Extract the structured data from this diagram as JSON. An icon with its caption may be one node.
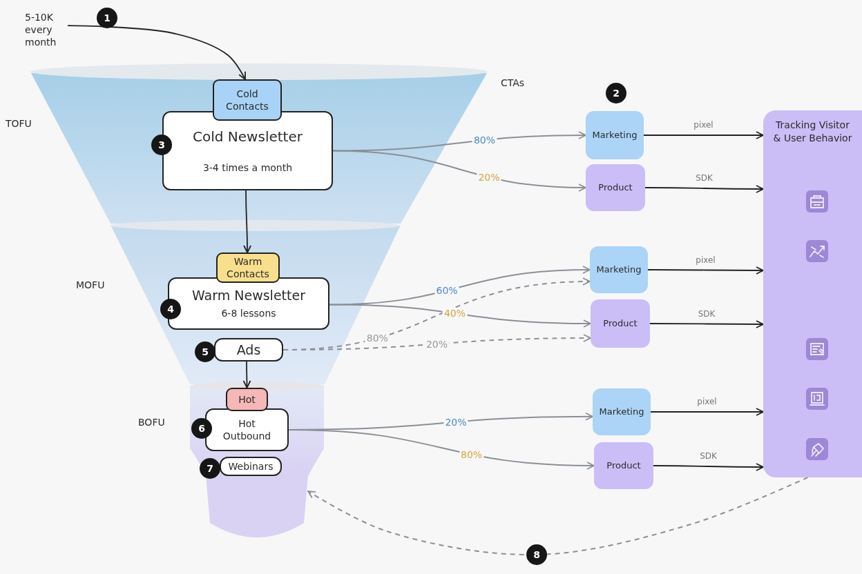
{
  "diagram": {
    "nodes": [
      {
        "text": [
          "5-10K every month"
        ]
      },
      {
        "text": [
          "Cold Contacts"
        ]
      },
      {
        "text": [
          "Cold Newsletter",
          "3-4 times a month"
        ]
      },
      {
        "text": [
          "Warm Contacts"
        ]
      },
      {
        "text": [
          "Warm Newsletter",
          "6-8 lessons"
        ]
      },
      {
        "text": [
          "Ads"
        ]
      },
      {
        "text": [
          "Hot"
        ]
      },
      {
        "text": [
          "Hot Outbound"
        ]
      },
      {
        "text": [
          "Webinars"
        ]
      },
      {
        "text": [],
        "shape": "funnel"
      },
      {
        "text": [
          "Marketing"
        ]
      },
      {
        "text": [
          "Product"
        ]
      },
      {
        "text": [
          "Marketing"
        ]
      },
      {
        "text": [
          "Product"
        ]
      },
      {
        "text": [
          "Marketing"
        ]
      },
      {
        "text": [
          "Product"
        ]
      },
      {
        "text": [
          "Tracking Visitor & User Behavior"
        ]
      }
    ],
    "edges": [
      {
        "from": 0,
        "to": 1,
        "arrow": "to"
      },
      {
        "from": 2,
        "to": 3,
        "arrow": "to"
      },
      {
        "from": 2,
        "to": 10,
        "arrow": "to",
        "label": "80%",
        "color": "#8a8f96"
      },
      {
        "from": 2,
        "to": 11,
        "arrow": "to",
        "label": "20%",
        "color": "#8a8f96"
      },
      {
        "from": 4,
        "to": 12,
        "arrow": "to",
        "label": "60%",
        "color": "#8a8f96"
      },
      {
        "from": 4,
        "to": 13,
        "arrow": "to",
        "label": "40%",
        "color": "#8a8f96"
      },
      {
        "from": 5,
        "to": 12,
        "arrow": "to",
        "label": "80%",
        "style": "dashed",
        "color": "#8a8f96"
      },
      {
        "from": 5,
        "to": 13,
        "arrow": "to",
        "label": "20%",
        "style": "dashed",
        "color": "#8a8f96"
      },
      {
        "from": 5,
        "to": 6,
        "arrow": "to"
      },
      {
        "from": 7,
        "to": 14,
        "arrow": "to",
        "label": "20%",
        "color": "#8a8f96"
      },
      {
        "from": 7,
        "to": 15,
        "arrow": "to",
        "label": "80%",
        "color": "#8a8f96"
      },
      {
        "from": 10,
        "to": 16,
        "arrow": "to",
        "label": "pixel"
      },
      {
        "from": 11,
        "to": 16,
        "arrow": "to",
        "label": "SDK"
      },
      {
        "from": 12,
        "to": 16,
        "arrow": "to",
        "label": "pixel"
      },
      {
        "from": 13,
        "to": 16,
        "arrow": "to",
        "label": "SDK"
      },
      {
        "from": 14,
        "to": 16,
        "arrow": "to",
        "label": "pixel"
      },
      {
        "from": 15,
        "to": 16,
        "arrow": "to",
        "label": "SDK"
      },
      {
        "from": 16,
        "to": 9,
        "arrow": "to",
        "style": "dashed",
        "color": "#8a8f96"
      }
    ],
    "labels": [
      "1",
      "CTAs",
      "2",
      "TOFU",
      "3",
      "MOFU",
      "4",
      "5",
      "BOFU",
      "6",
      "7",
      "8"
    ]
  }
}
